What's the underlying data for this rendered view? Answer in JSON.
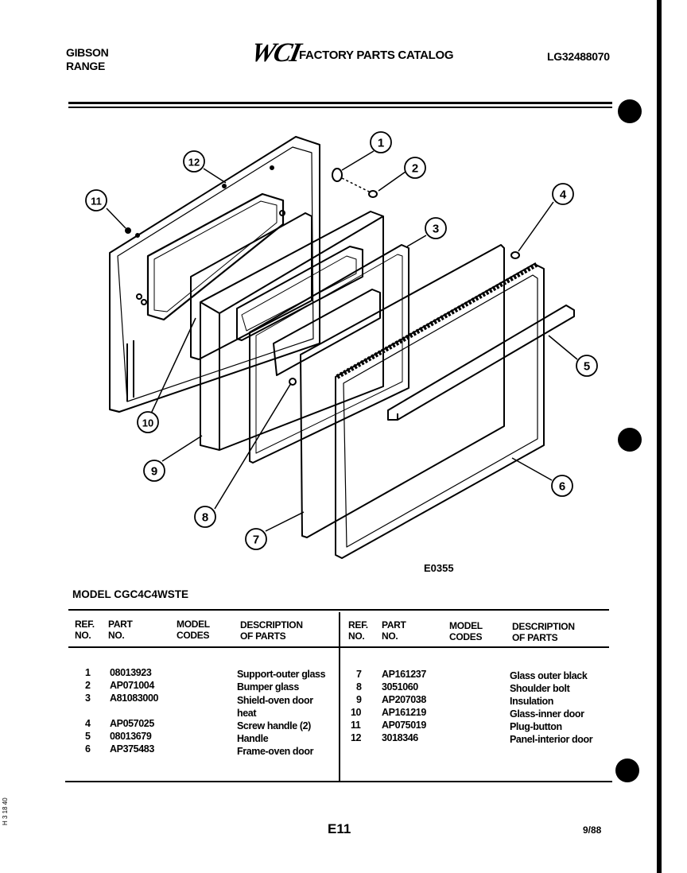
{
  "header": {
    "brand_line1": "GIBSON",
    "brand_line2": "RANGE",
    "logo": "WCI",
    "catalog_title": "FACTORY PARTS CATALOG",
    "catalog_number": "LG32488070"
  },
  "diagram": {
    "figure_id": "E0355",
    "callouts": [
      "1",
      "2",
      "3",
      "4",
      "5",
      "6",
      "7",
      "8",
      "9",
      "10",
      "11",
      "12"
    ]
  },
  "model": "MODEL CGC4C4WSTE",
  "table": {
    "headers": {
      "ref": [
        "REF.",
        "NO."
      ],
      "part": [
        "PART",
        "NO."
      ],
      "codes": [
        "MODEL",
        "CODES"
      ],
      "desc": [
        "DESCRIPTION",
        "OF PARTS"
      ]
    },
    "left": [
      {
        "ref": "1",
        "part": "08013923",
        "desc": "Support-outer glass"
      },
      {
        "ref": "2",
        "part": "AP071004",
        "desc": "Bumper glass"
      },
      {
        "ref": "3",
        "part": "A81083000",
        "desc": "Shield-oven door",
        "desc2": "heat"
      },
      {
        "ref": "4",
        "part": "AP057025",
        "desc": "Screw handle (2)"
      },
      {
        "ref": "5",
        "part": "08013679",
        "desc": "Handle"
      },
      {
        "ref": "6",
        "part": "AP375483",
        "desc": "Frame-oven door"
      }
    ],
    "right": [
      {
        "ref": "7",
        "part": "AP161237",
        "desc": "Glass outer black"
      },
      {
        "ref": "8",
        "part": "3051060",
        "desc": "Shoulder bolt"
      },
      {
        "ref": "9",
        "part": "AP207038",
        "desc": "Insulation"
      },
      {
        "ref": "10",
        "part": "AP161219",
        "desc": "Glass-inner door"
      },
      {
        "ref": "11",
        "part": "AP075019",
        "desc": "Plug-button"
      },
      {
        "ref": "12",
        "part": "3018346",
        "desc": "Panel-interior door"
      }
    ]
  },
  "footer": {
    "page": "E11",
    "date": "9/88"
  },
  "side_mark": "H 3 18 40"
}
